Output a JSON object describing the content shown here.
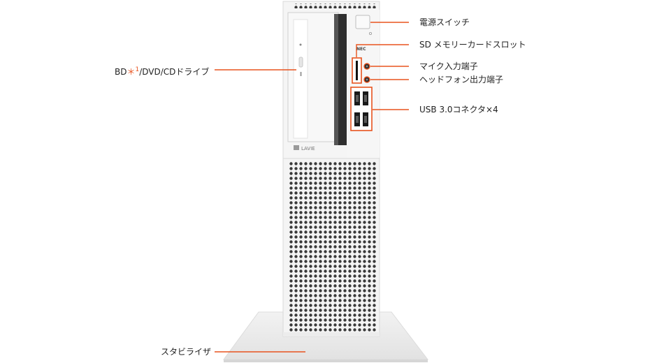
{
  "labels": {
    "power_switch": "電源スイッチ",
    "sd_slot": "SD メモリーカードスロット",
    "mic_jack": "マイク入力端子",
    "headphone_jack": "ヘッドフォン出力端子",
    "usb_ports": "USB 3.0コネクタ×4",
    "optical_drive_prefix": "BD",
    "optical_drive_mark": "＊",
    "optical_drive_note": "1",
    "optical_drive_suffix": "/DVD/CDドライブ",
    "stabilizer": "スタビライザ"
  },
  "branding": {
    "logo_text": "LAVIE",
    "maker_text": "NEC"
  },
  "colors": {
    "callout": "#e8531e",
    "body": "#f4f4f4",
    "grille_hole": "#3a3a3a"
  }
}
